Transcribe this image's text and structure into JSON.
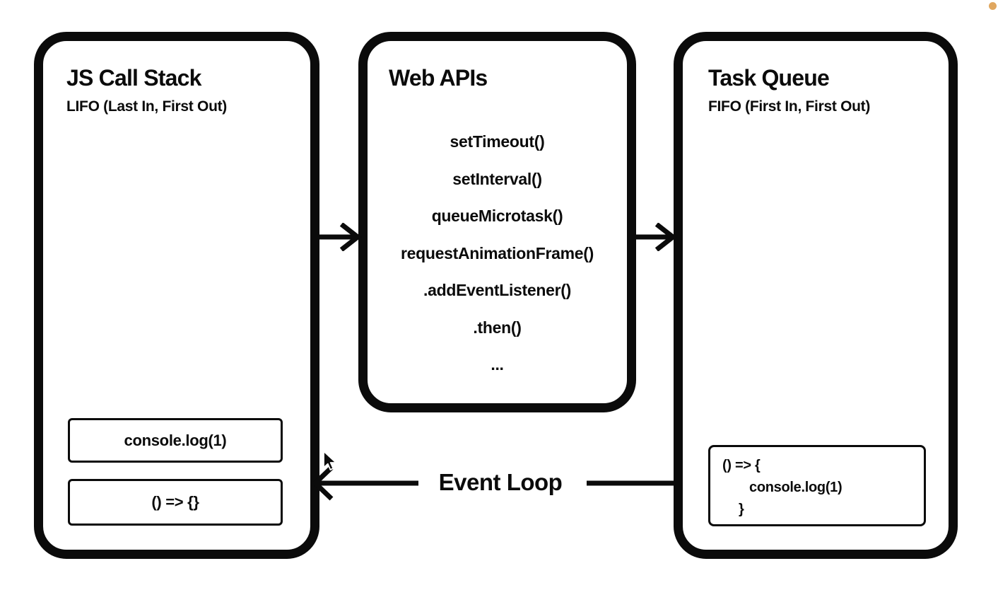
{
  "diagram": {
    "call_stack": {
      "title": "JS Call Stack",
      "subtitle": "LIFO (Last In, First Out)",
      "frames": [
        "console.log(1)",
        "() => {}"
      ]
    },
    "web_apis": {
      "title": "Web APIs",
      "apis": [
        "setTimeout()",
        "setInterval()",
        "queueMicrotask()",
        "requestAnimationFrame()",
        ".addEventListener()",
        ".then()",
        "..."
      ]
    },
    "task_queue": {
      "title": "Task Queue",
      "subtitle": "FIFO (First In, First Out)",
      "task_lines": [
        "() => {",
        "console.log(1)",
        "}"
      ]
    },
    "event_loop_label": "Event Loop",
    "colors": {
      "stroke": "#0b0b0b",
      "background": "#ffffff",
      "accent_dot": "#e0a75f"
    }
  }
}
